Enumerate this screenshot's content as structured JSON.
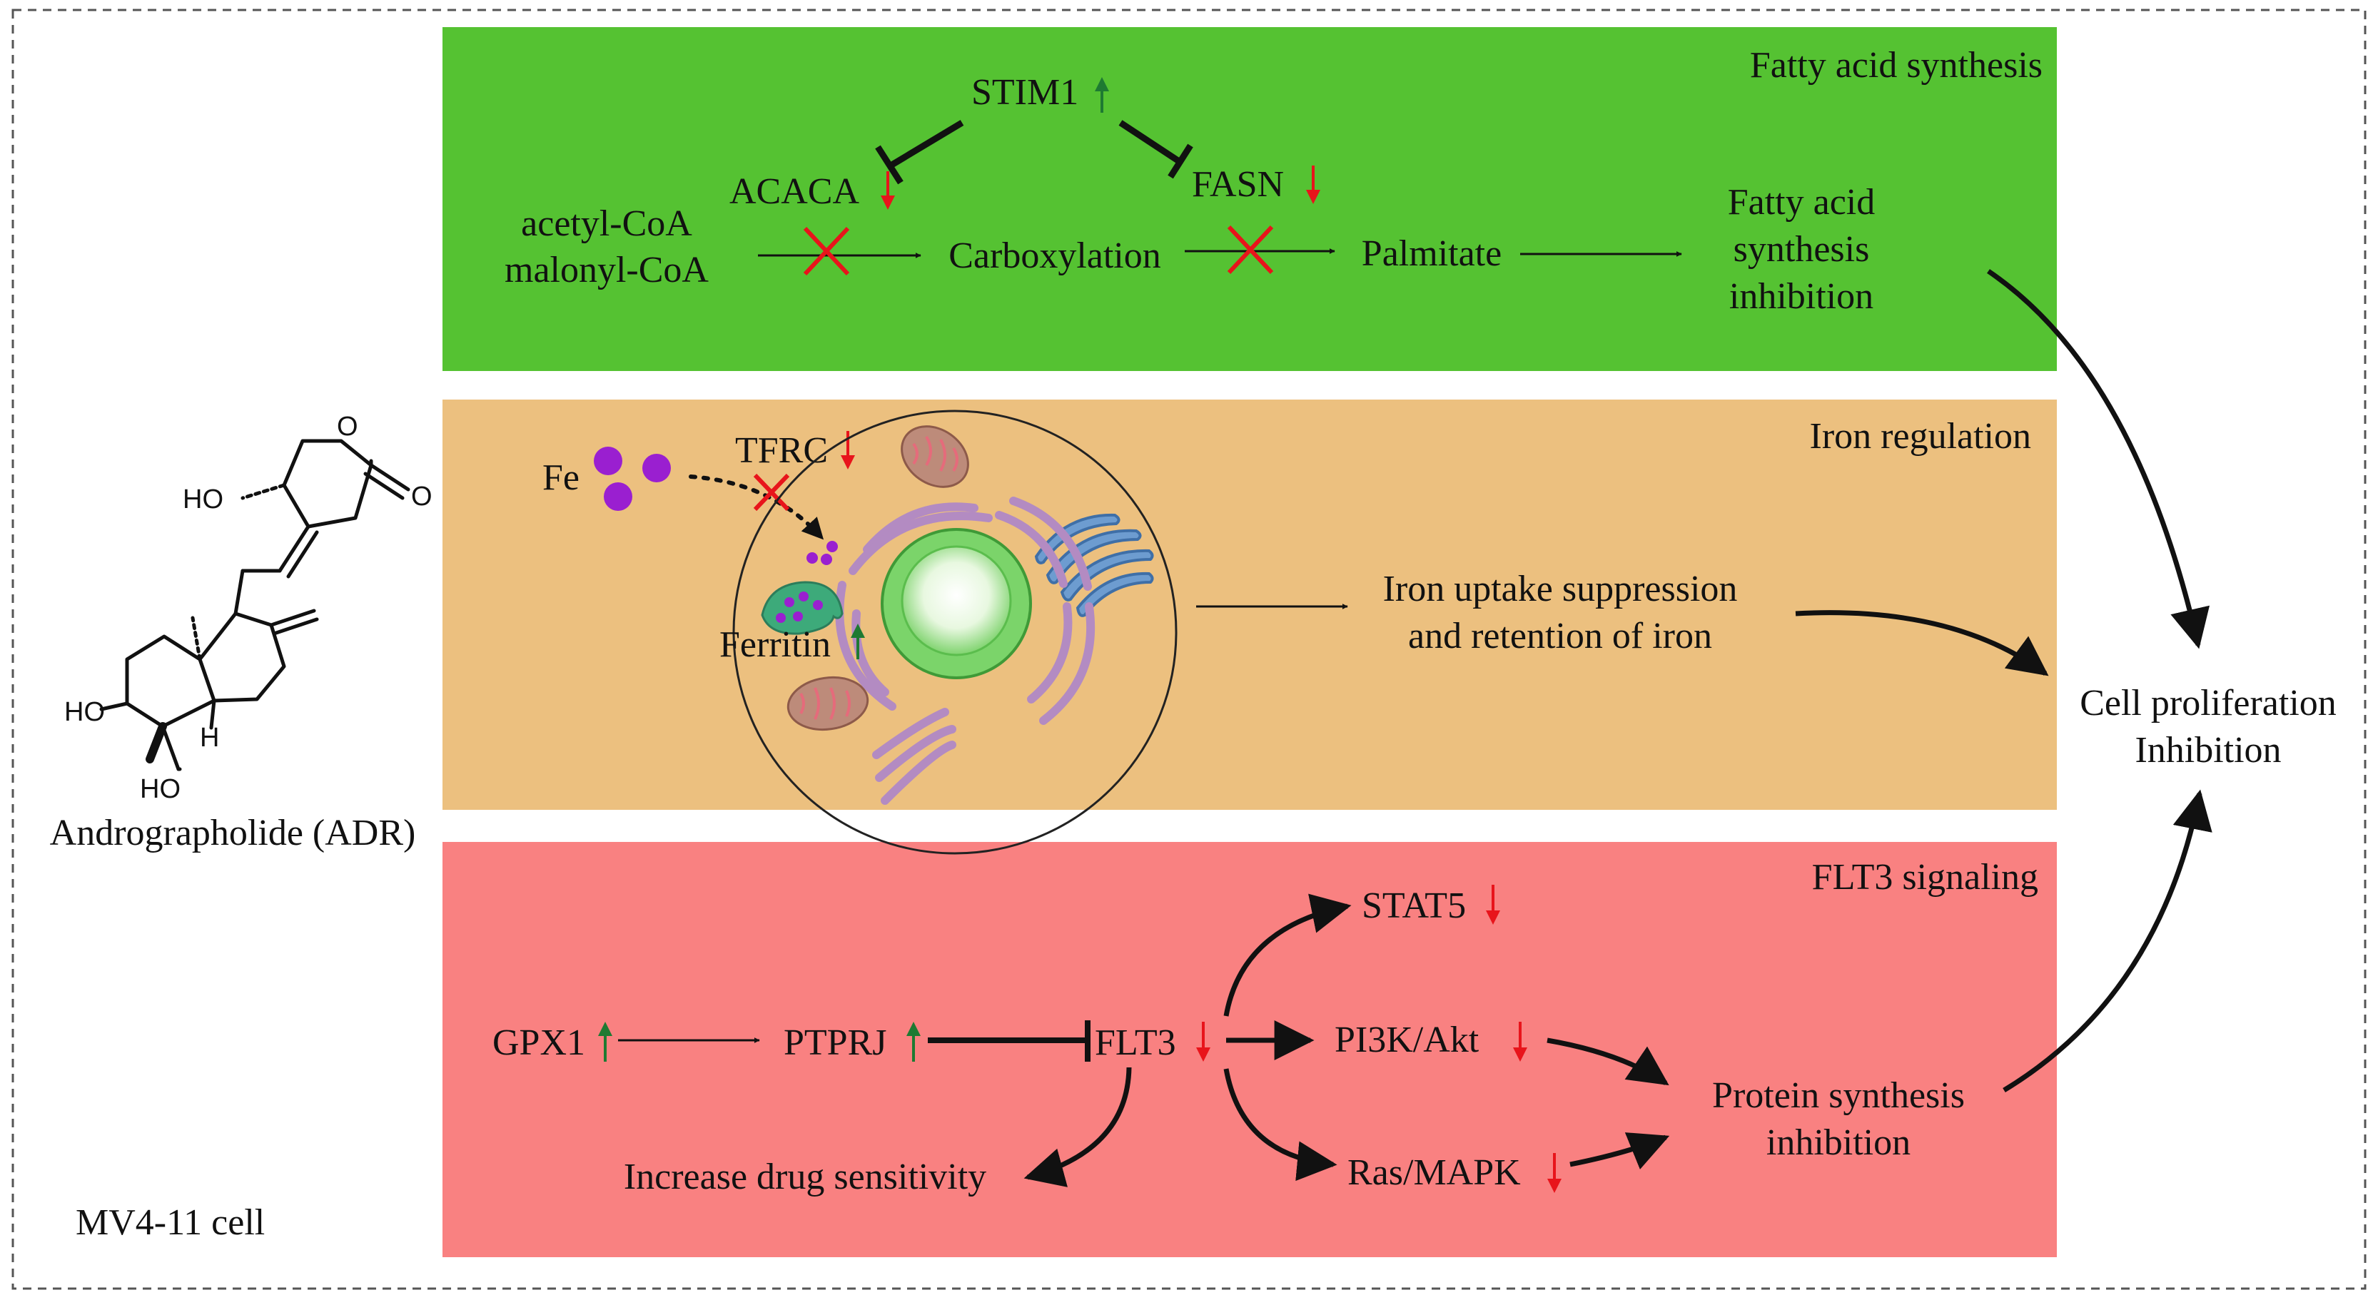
{
  "colors": {
    "fatty_panel": "#55c232",
    "iron_panel": "#ecc07f",
    "flt3_panel": "#f98181",
    "up_arrow": "#1e7a32",
    "down_arrow": "#e8141b",
    "cross": "#e8141b",
    "iron_dot": "#9a1fd0"
  },
  "cell_label": "MV4-11 cell",
  "compound": {
    "name": "Andrographolide (ADR)",
    "atoms": {
      "ho_top": "HO",
      "o_ring": "O",
      "o_carbonyl": "O",
      "ho_left": "HO",
      "h_atom": "H",
      "ho_bottom": "HO"
    }
  },
  "panels": {
    "fatty": {
      "title": "Fatty acid synthesis",
      "stim1": "STIM1",
      "acaca": "ACACA",
      "fasn": "FASN",
      "substrate_1": "acetyl-CoA",
      "substrate_2": "malonyl-CoA",
      "carboxylation": "Carboxylation",
      "palmitate": "Palmitate",
      "outcome": [
        "Fatty acid",
        "synthesis",
        "inhibition"
      ]
    },
    "iron": {
      "title": "Iron regulation",
      "fe": "Fe",
      "tfrc": "TFRC",
      "ferritin": "Ferritin",
      "outcome": [
        "Iron uptake suppression",
        "and retention of iron"
      ]
    },
    "flt3": {
      "title": "FLT3 signaling",
      "gpx1": "GPX1",
      "ptprj": "PTPRJ",
      "flt3": "FLT3",
      "stat5": "STAT5",
      "pi3k": "PI3K/Akt",
      "ras": "Ras/MAPK",
      "drug": "Increase drug sensitivity",
      "protein": [
        "Protein synthesis",
        "inhibition"
      ]
    }
  },
  "final": [
    "Cell proliferation",
    "Inhibition"
  ]
}
